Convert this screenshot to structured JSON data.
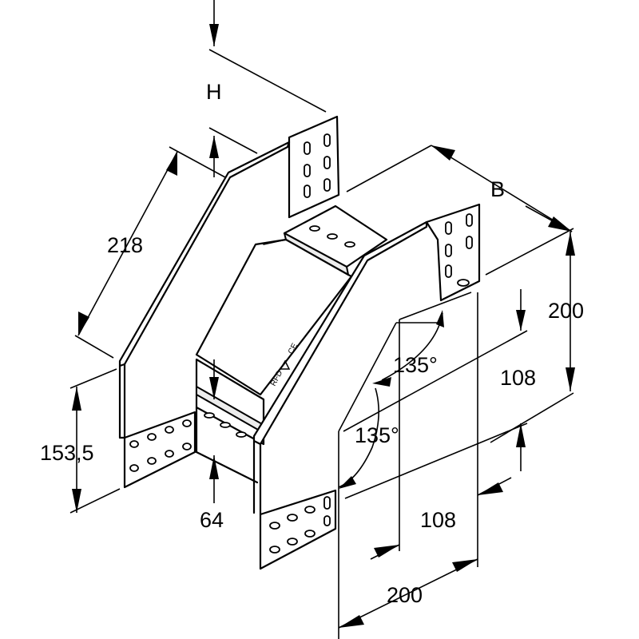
{
  "dimensions": {
    "height_label": "H",
    "width_label": "B",
    "side_length": "218",
    "entry_height": "153,5",
    "inner_offset": "64",
    "right_height": "200",
    "mid_vertical": "108",
    "mid_horizontal": "108",
    "bottom_width": "200",
    "angle_upper": "135°",
    "angle_lower": "135°"
  },
  "product_marks": {
    "maker_logo": "RFD",
    "conformity_mark": "CE"
  }
}
